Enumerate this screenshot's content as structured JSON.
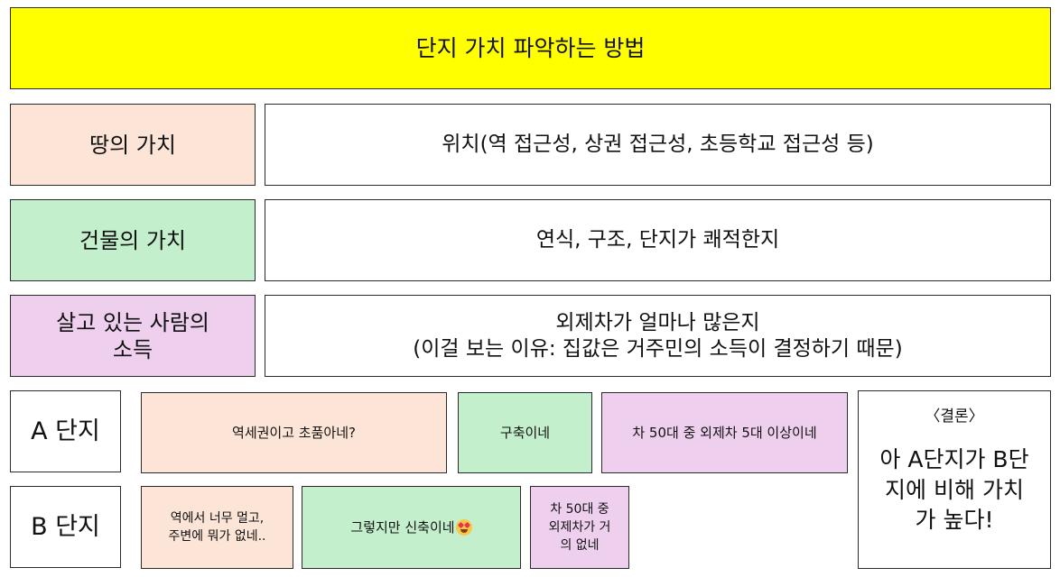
{
  "title": "단지 가치 파악하는 방법",
  "rows": [
    {
      "label": "땅의 가치",
      "content": "위치(역 접근성, 상권 접근성, 초등학교 접근성 등)",
      "color": "#fce5d7"
    },
    {
      "label": "건물의 가치",
      "content": "연식, 구조, 단지가 쾌적한지",
      "color": "#c4efcd"
    },
    {
      "label": "살고 있는 사람의\n소득",
      "content": "외제차가 얼마나 많은지\n(이걸 보는 이유: 집값은 거주민의 소득이 결정하기 때문)",
      "color": "#eed0ee"
    }
  ],
  "units": {
    "a": {
      "label": "A 단지",
      "land": "역세권이고 초품아네?",
      "building": "구축이네",
      "income": "차 50대 중 외제차 5대 이상이네"
    },
    "b": {
      "label": "B 단지",
      "land": "역에서 너무 멀고,\n주변에 뭐가 없네..",
      "building": "그렇지만 신축이네",
      "building_icon": "star-struck-emoji-icon",
      "income": "차 50대 중\n외제차가 거\n의 없네"
    }
  },
  "conclusion": {
    "heading": "〈결론〉",
    "body": "아 A단지가 B단\n지에 비해 가치\n가 높다!"
  },
  "colors": {
    "title_bg": "#ffff00",
    "land": "#fce5d7",
    "building": "#c4efcd",
    "income": "#eed0ee",
    "border": "#2b2b2b"
  }
}
